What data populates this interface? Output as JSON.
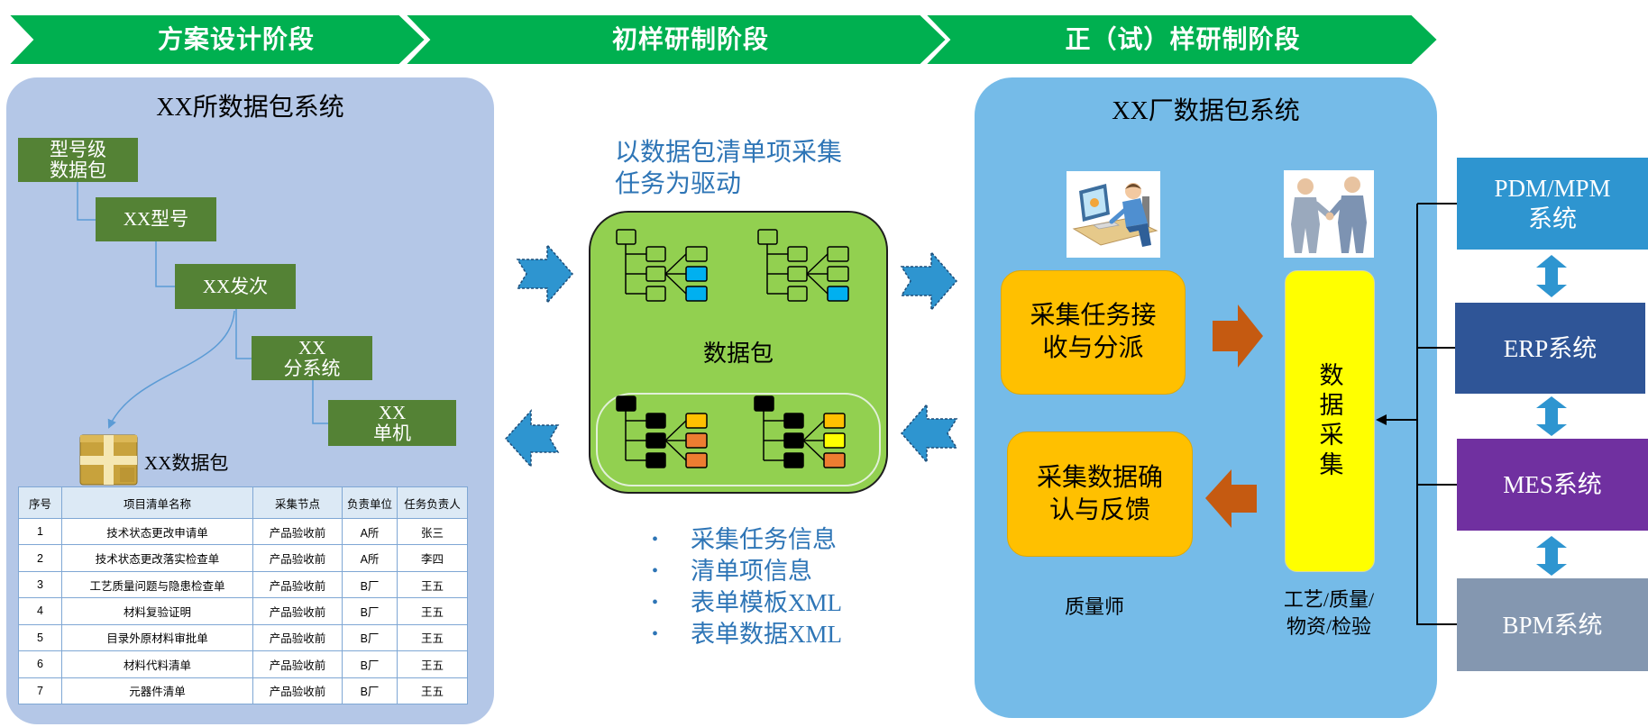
{
  "banner": {
    "stage_1": "方案设计阶段",
    "stage_2": "初样研制阶段",
    "stage_3": "正（试）样研制阶段"
  },
  "left_panel": {
    "title": "XX所数据包系统",
    "hierarchy": {
      "level_1": "型号级\n数据包",
      "level_2": "XX型号",
      "level_3": "XX发次",
      "level_4": "XX\n分系统",
      "level_5": "XX\n单机"
    },
    "package_label": "XX数据包",
    "table": {
      "headers": [
        "序号",
        "项目清单名称",
        "采集节点",
        "负责单位",
        "任务负责人"
      ],
      "rows": [
        [
          "1",
          "技术状态更改申请单",
          "产品验收前",
          "A所",
          "张三"
        ],
        [
          "2",
          "技术状态更改落实检查单",
          "产品验收前",
          "A所",
          "李四"
        ],
        [
          "3",
          "工艺质量问题与隐患检查单",
          "产品验收前",
          "B厂",
          "王五"
        ],
        [
          "4",
          "材料复验证明",
          "产品验收前",
          "B厂",
          "王五"
        ],
        [
          "5",
          "目录外原材料审批单",
          "产品验收前",
          "B厂",
          "王五"
        ],
        [
          "6",
          "材料代料清单",
          "产品验收前",
          "B厂",
          "王五"
        ],
        [
          "7",
          "元器件清单",
          "产品验收前",
          "B厂",
          "王五"
        ]
      ]
    }
  },
  "middle": {
    "driver_text": "以数据包清单项采集\n任务为驱动",
    "package_label": "数据包",
    "bullets": [
      "采集任务信息",
      "清单项信息",
      "表单模板XML",
      "表单数据XML"
    ]
  },
  "right_panel": {
    "title": "XX厂数据包系统",
    "task_receive_box": "采集任务接\n收与分派",
    "data_confirm_box": "采集数据确\n认与反馈",
    "data_collect_box": "数据采集",
    "role_quality": "质量师",
    "role_process": "工艺/质量/\n物资/检验"
  },
  "systems": [
    {
      "label": "PDM/MPM\n系统",
      "color": "#2e95d0"
    },
    {
      "label": "ERP系统",
      "color": "#2f5597"
    },
    {
      "label": "MES系统",
      "color": "#7030a0"
    },
    {
      "label": "BPM系统",
      "color": "#8497b0"
    }
  ],
  "icons": [
    "package-icon",
    "computer-user-icon",
    "handshake-icon",
    "tree-structure-icon"
  ],
  "colors": {
    "stage_banner": "#00b050",
    "left_panel": "#b4c7e7",
    "hierarchy_box": "#548235",
    "package_box": "#92d050",
    "right_panel": "#75bbe8",
    "task_box": "#ffc000",
    "collect_box": "#ffff00",
    "orange_arrow": "#c55a11",
    "blue_arrow": "#2e95d0",
    "text_blue": "#2e75b6"
  }
}
